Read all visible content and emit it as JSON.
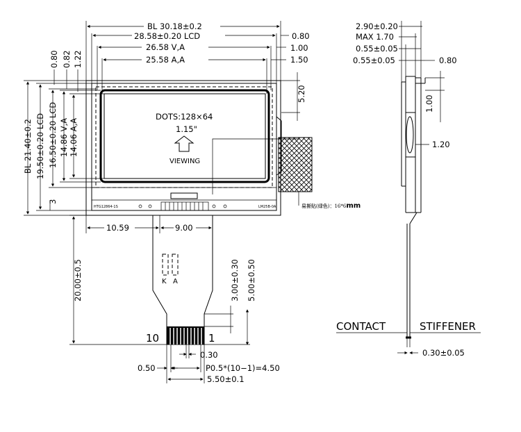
{
  "dims": {
    "bl_w": "BL  30.18±0.2",
    "lcd_w": "28.58±0.20  LCD",
    "va_w": "26.58  V,A",
    "aa_w": "25.58  A,A",
    "r080": "0.80",
    "r100": "1.00",
    "r150": "1.50",
    "l080": "0.80",
    "l082": "0.82",
    "l122": "1.22",
    "bl_h": "BL  21.40±0.2",
    "lcd_h": "19.50±0.20  LCD",
    "lcd_h2": "16.50±0.20  LCD",
    "va_h": "14.86  V,A",
    "aa_h": "14.06  A,A",
    "d3": "3",
    "d520": "5.20",
    "d1059": "10.59",
    "d900": "9.00",
    "d2000": "20.00±0.5",
    "d300": "3.00±0.30",
    "d500": "5.00±0.50",
    "d030": "0.30",
    "d050": "0.50",
    "pitch": "P0.5*(10−1)=4.50",
    "d550": "5.50±0.1"
  },
  "panel": {
    "dots": "DOTS:128×64",
    "size": "1.15\"",
    "viewing": "VIEWING",
    "pin_k": "K",
    "pin_a": "A",
    "pin10": "10",
    "pin1": "1",
    "tape": "易撕贴(绿色)：16*6",
    "tape_unit": "mm",
    "code_left": "HTG12864-1S",
    "code_right": "LM25B-0A"
  },
  "side": {
    "d290": "2.90±0.20",
    "max": "MAX  1.70",
    "d055a": "0.55±0.05",
    "d055b": "0.55±0.05",
    "d080": "0.80",
    "d100": "1.00",
    "d120": "1.20",
    "contact": "CONTACT",
    "stiffener": "STIFFENER",
    "d030": "0.30±0.05"
  }
}
